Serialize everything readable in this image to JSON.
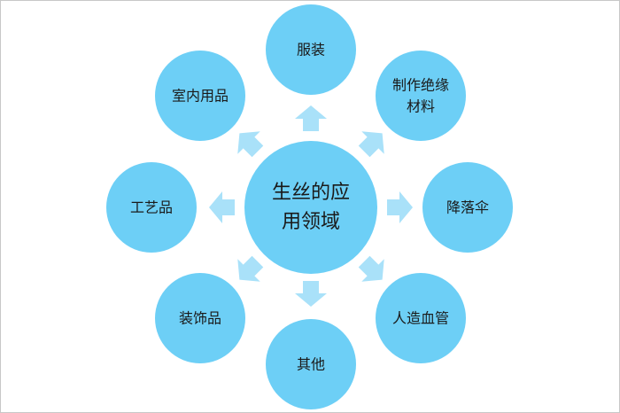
{
  "center": {
    "lines": [
      "生丝的应",
      "用领域"
    ]
  },
  "nodes": [
    {
      "lines": [
        "服装"
      ]
    },
    {
      "lines": [
        "制作绝缘",
        "材料"
      ]
    },
    {
      "lines": [
        "降落伞"
      ]
    },
    {
      "lines": [
        "人造血管"
      ]
    },
    {
      "lines": [
        "其他"
      ]
    },
    {
      "lines": [
        "装饰品"
      ]
    },
    {
      "lines": [
        "工艺品"
      ]
    },
    {
      "lines": [
        "室内用品"
      ]
    }
  ],
  "colors": {
    "circle": "#6dcff6",
    "arrow": "#a9e1f9",
    "text": "#1a1a1a"
  }
}
